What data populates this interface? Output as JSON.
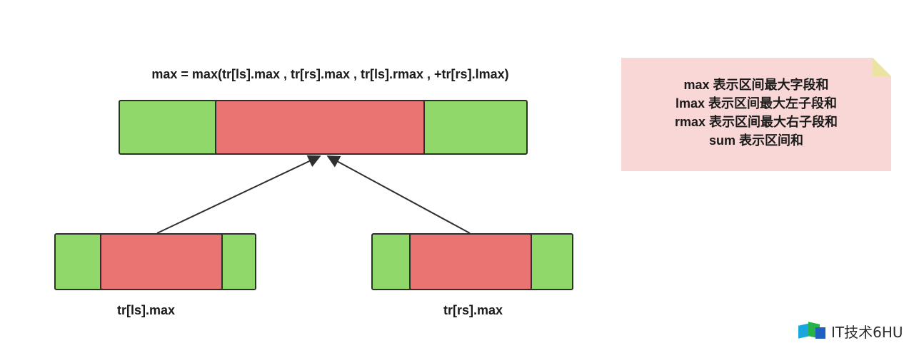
{
  "formula": "max = max(tr[ls].max , tr[rs].max , tr[ls].rmax , +tr[rs].lmax)",
  "left_child_label": "tr[ls].max",
  "right_child_label": "tr[rs].max",
  "note": {
    "lines": [
      "max 表示区间最大字段和",
      "lmax 表示区间最大左子段和",
      "rmax 表示区间最大右子段和",
      "sum 表示区间和"
    ]
  },
  "watermark": {
    "text": "IT技术6HU",
    "logo_colors": [
      "#1aa7e0",
      "#27b34a",
      "#1f5fbf"
    ]
  },
  "colors": {
    "segment_green": "#90d86a",
    "segment_red": "#ea7472",
    "note_background": "#f8d7d6"
  }
}
